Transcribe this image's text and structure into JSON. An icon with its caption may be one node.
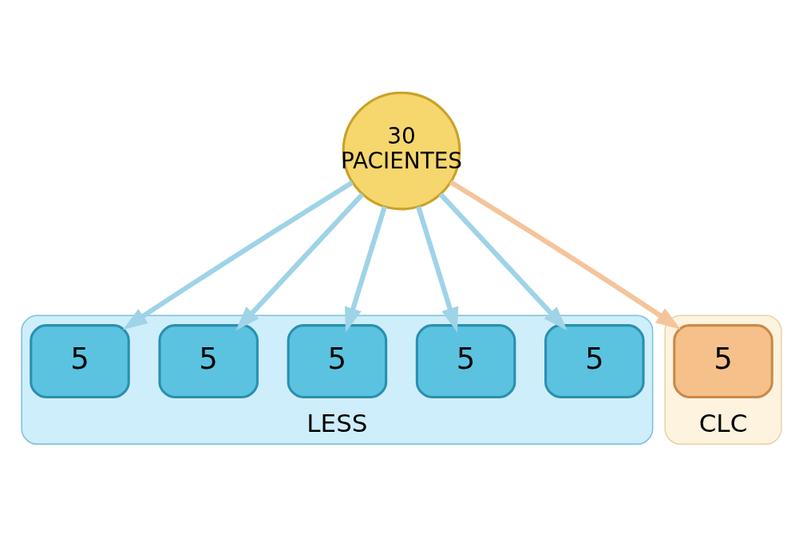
{
  "diagram": {
    "nodes": [
      {
        "text": [
          "30",
          "PACIENTES"
        ]
      },
      {
        "text": [
          "LESS"
        ]
      },
      {
        "text": [
          "5"
        ],
        "in": 1
      },
      {
        "text": [
          "5"
        ],
        "in": 1
      },
      {
        "text": [
          "5"
        ],
        "in": 1
      },
      {
        "text": [
          "5"
        ],
        "in": 1
      },
      {
        "text": [
          "5"
        ],
        "in": 1
      },
      {
        "text": [
          "CLC"
        ]
      },
      {
        "text": [
          "5"
        ],
        "in": 7
      }
    ],
    "edges": [
      {
        "from": 0,
        "to": 2,
        "arrow": "to"
      },
      {
        "from": 0,
        "to": 3,
        "arrow": "to"
      },
      {
        "from": 0,
        "to": 4,
        "arrow": "to"
      },
      {
        "from": 0,
        "to": 5,
        "arrow": "to"
      },
      {
        "from": 0,
        "to": 6,
        "arrow": "to"
      },
      {
        "from": 0,
        "to": 8,
        "arrow": "to",
        "color": "#f5c49a"
      }
    ]
  }
}
